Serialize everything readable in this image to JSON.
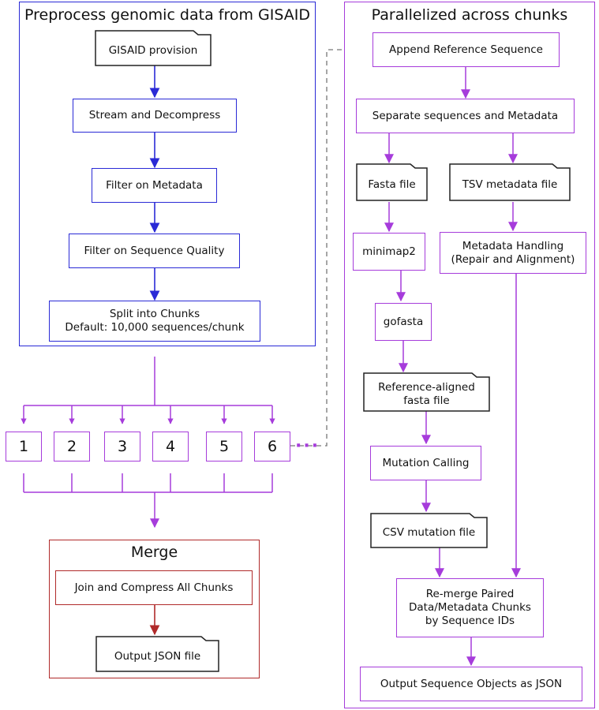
{
  "colors": {
    "blue": "#2a2ad6",
    "purple": "#a63cdb",
    "red": "#b02a2a",
    "black": "#222222",
    "dashed": "#777777"
  },
  "preprocess": {
    "title": "Preprocess genomic data from GISAID",
    "gisaid_provision": "GISAID provision",
    "stream_decompress": "Stream and Decompress",
    "filter_metadata": "Filter on Metadata",
    "filter_quality": "Filter on Sequence Quality",
    "split_line1": "Split into Chunks",
    "split_line2": "Default: 10,000 sequences/chunk"
  },
  "chunks": {
    "labels": [
      "1",
      "2",
      "3",
      "4",
      "5",
      "6"
    ],
    "ellipsis": "···"
  },
  "merge": {
    "title": "Merge",
    "join_compress": "Join and Compress All Chunks",
    "output_json": "Output JSON file"
  },
  "parallel": {
    "title": "Parallelized across chunks",
    "append_reference": "Append Reference Sequence",
    "separate": "Separate sequences and Metadata",
    "fasta_file": "Fasta file",
    "tsv_file": "TSV metadata file",
    "minimap2": "minimap2",
    "metadata_handling_line1": "Metadata Handling",
    "metadata_handling_line2": "(Repair and Alignment)",
    "gofasta": "gofasta",
    "ref_aligned_line1": "Reference-aligned",
    "ref_aligned_line2": "fasta file",
    "mutation_calling": "Mutation Calling",
    "csv_mutation": "CSV mutation file",
    "remerge_line1": "Re-merge Paired",
    "remerge_line2": "Data/Metadata Chunks",
    "remerge_line3": "by Sequence IDs",
    "output_objects": "Output Sequence Objects as JSON"
  }
}
